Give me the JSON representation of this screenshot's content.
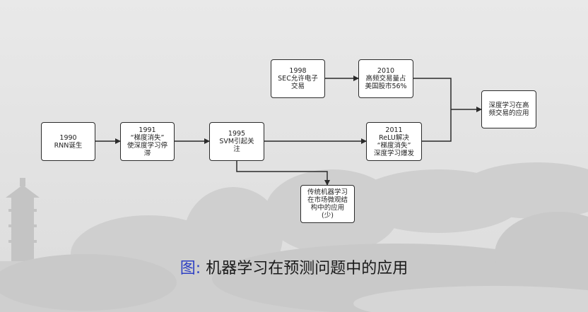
{
  "nodes": {
    "n1990": {
      "line1": "1990",
      "line2": "RNN诞生"
    },
    "n1991": {
      "line1": "1991",
      "line2": "“梯度消失”",
      "line3": "使深度学习停",
      "line4": "滞"
    },
    "n1995": {
      "line1": "1995",
      "line2": "SVM引起关",
      "line3": "注"
    },
    "n1998": {
      "line1": "1998",
      "line2": "SEC允许电子",
      "line3": "交易"
    },
    "n2010": {
      "line1": "2010",
      "line2": "高频交易量占",
      "line3": "美国股市56%"
    },
    "n2011": {
      "line1": "2011",
      "line2": "ReLU解决",
      "line3": "“梯度消失”",
      "line4": "深度学习爆发"
    },
    "nHFT": {
      "line1": "深度学习在高",
      "line2": "频交易的应用"
    },
    "nTrad": {
      "line1": "传统机器学习",
      "line2": "在市场微观结",
      "line3": "构中的应用",
      "line4": "(少)"
    }
  },
  "caption": {
    "label": "图:",
    "text": " 机器学习在预测问题中的应用"
  }
}
